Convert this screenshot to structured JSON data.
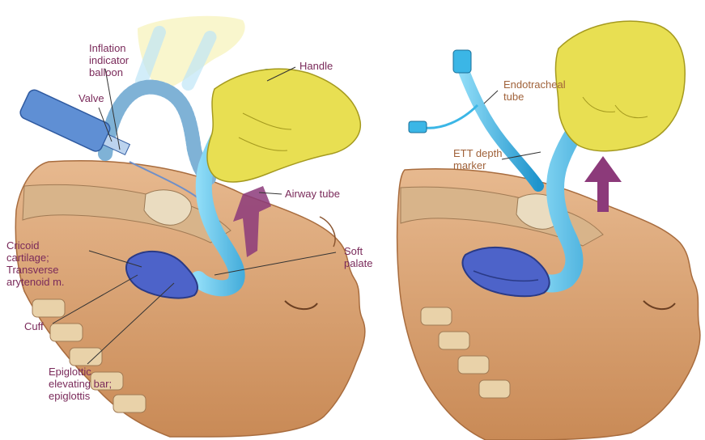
{
  "colors": {
    "label_left": "#7a2a5a",
    "label_right": "#a0623a",
    "tube_blue": "#3bb6e6",
    "cuff_blue": "#4d63c9",
    "glove_yellow": "#e8df52",
    "skin": "#d7a173",
    "arrow_purple": "#8c3a7a"
  },
  "panel_left": {
    "labels": {
      "inflation_balloon": "Inflation\nindicator\nballoon",
      "valve": "Valve",
      "handle": "Handle",
      "airway_tube": "Airway tube",
      "soft_palate": "Soft\npalate",
      "cricoid": "Cricoid\ncartilage;\nTransverse\narytenoid m.",
      "cuff": "Cuff",
      "epiglottic": "Epiglottic\nelevating bar;\nepiglottis"
    }
  },
  "panel_right": {
    "labels": {
      "ett": "Endotracheal\ntube",
      "ett_depth": "ETT depth\nmarker"
    }
  }
}
